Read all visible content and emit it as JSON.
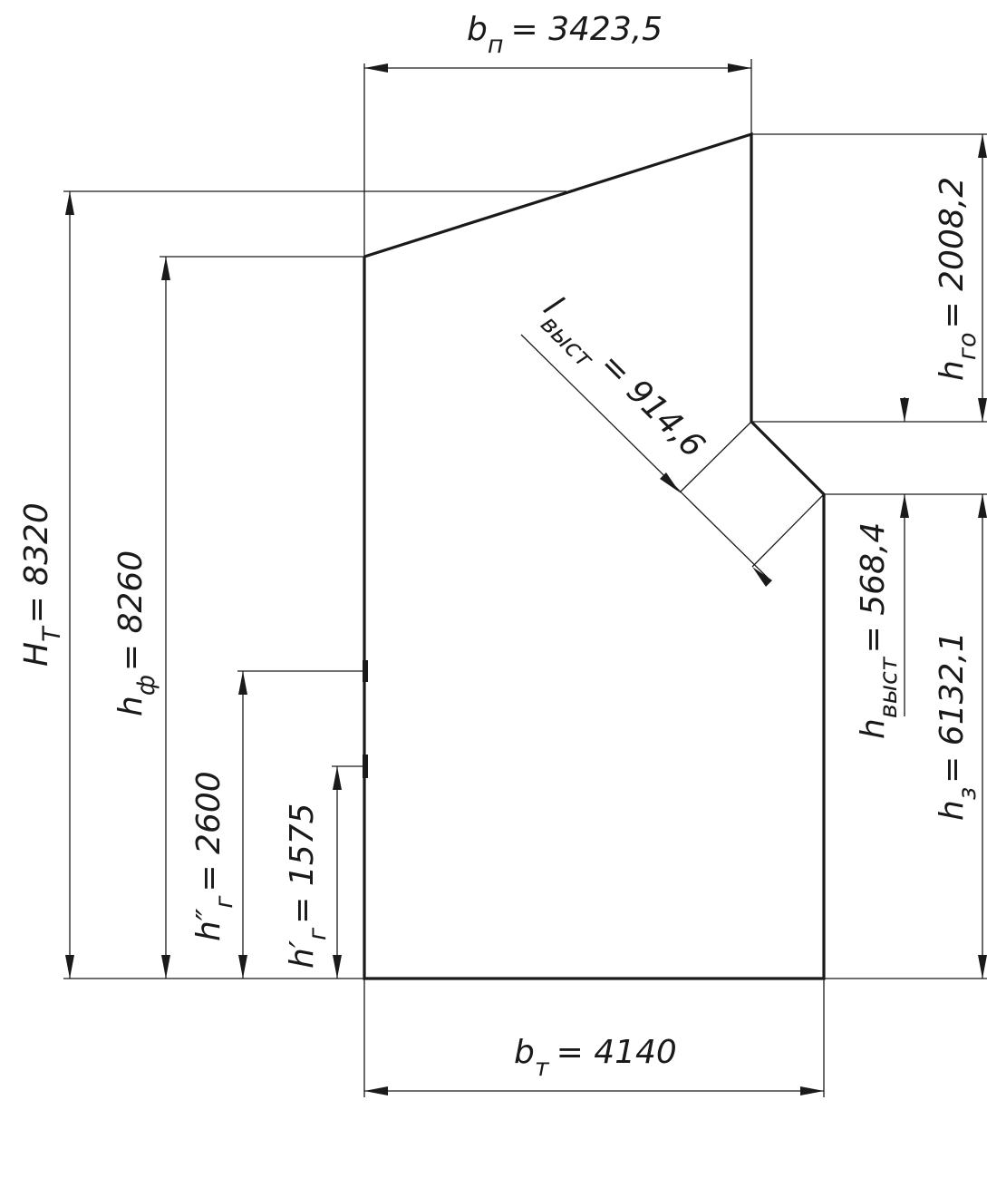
{
  "dimensions": {
    "b_n": {
      "symbol": "b",
      "sub": "п",
      "text": "= 3423,5"
    },
    "H_T": {
      "symbol": "H",
      "sub": "Т",
      "text": "= 8320"
    },
    "h_f": {
      "symbol": "h",
      "sub": "ф",
      "text": "= 8260"
    },
    "h_g2": {
      "symbol": "h″",
      "sub": "г",
      "text": "= 2600"
    },
    "h_g1": {
      "symbol": "h′",
      "sub": "г",
      "text": "= 1575"
    },
    "h_go": {
      "symbol": "h",
      "sub": "го",
      "text": "= 2008,2"
    },
    "l_vyst": {
      "symbol": "l",
      "sub": "выст",
      "text": "= 914,6"
    },
    "h_vyst": {
      "symbol": "h",
      "sub": "выст",
      "text": "= 568,4"
    },
    "h_z": {
      "symbol": "h",
      "sub": "з",
      "text": "= 6132,1"
    },
    "b_m": {
      "symbol": "b",
      "sub": "т",
      "text": "= 4140"
    }
  }
}
